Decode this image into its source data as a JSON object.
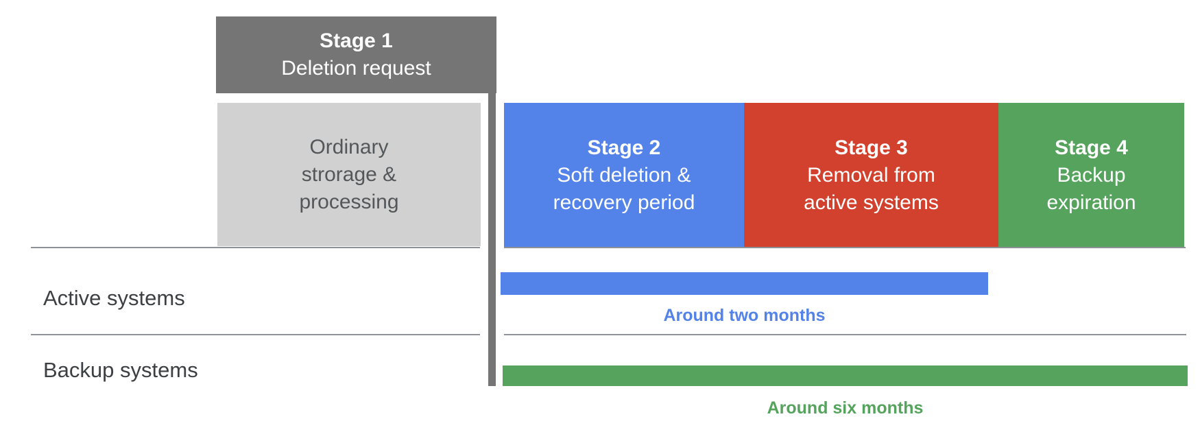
{
  "stages": [
    {
      "id": "stage-1",
      "title": "Stage 1",
      "subtitle": "Deletion request",
      "color": "#757575"
    },
    {
      "id": "stage-2",
      "title": "Stage 2",
      "subtitle": "Soft deletion &\nrecovery period",
      "color": "#5383E8"
    },
    {
      "id": "stage-3",
      "title": "Stage 3",
      "subtitle": "Removal from\nactive systems",
      "color": "#D2412E"
    },
    {
      "id": "stage-4",
      "title": "Stage 4",
      "subtitle": "Backup\nexpiration",
      "color": "#55A35C"
    }
  ],
  "pre_stage_box": {
    "label": "Ordinary\nstrorage &\nprocessing",
    "color": "#D1D1D1"
  },
  "timeline_connector": {
    "color": "#757575"
  },
  "rows": [
    {
      "label": "Active systems",
      "caption": "Around two months",
      "bar_color": "#5383E8",
      "caption_color": "#5383E8"
    },
    {
      "label": "Backup systems",
      "caption": "Around six months",
      "bar_color": "#55A35C",
      "caption_color": "#55A35C"
    }
  ],
  "colors": {
    "stage_gray": "#757575",
    "light_gray_box": "#D1D1D1",
    "blue": "#5383E8",
    "red": "#D2412E",
    "green": "#55A35C",
    "divider_gray": "#8E9297",
    "row_label_text": "#3C4043",
    "gray_box_text": "#54575A"
  }
}
